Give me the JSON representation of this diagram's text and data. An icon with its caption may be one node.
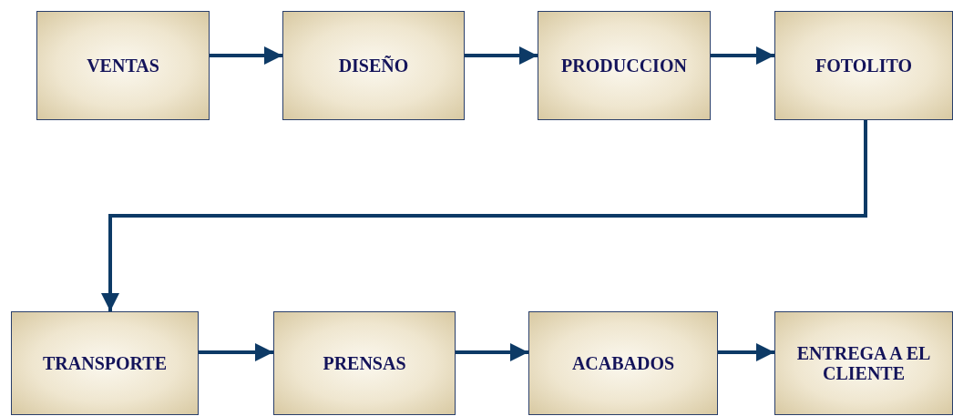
{
  "diagram": {
    "nodes": [
      {
        "text": [
          "VENTAS"
        ]
      },
      {
        "text": [
          "DISEÑO"
        ]
      },
      {
        "text": [
          "PRODUCCION"
        ]
      },
      {
        "text": [
          "FOTOLITO"
        ]
      },
      {
        "text": [
          "TRANSPORTE"
        ]
      },
      {
        "text": [
          "PRENSAS"
        ]
      },
      {
        "text": [
          "ACABADOS"
        ]
      },
      {
        "text": [
          "ENTREGA A EL CLIENTE"
        ]
      }
    ],
    "edges": [
      {
        "from": 0,
        "to": 1,
        "arrow": "to"
      },
      {
        "from": 1,
        "to": 2,
        "arrow": "to"
      },
      {
        "from": 2,
        "to": 3,
        "arrow": "to"
      },
      {
        "from": 3,
        "to": 4,
        "arrow": "to"
      },
      {
        "from": 4,
        "to": 5,
        "arrow": "to"
      },
      {
        "from": 5,
        "to": 6,
        "arrow": "to"
      },
      {
        "from": 6,
        "to": 7,
        "arrow": "to"
      }
    ]
  }
}
